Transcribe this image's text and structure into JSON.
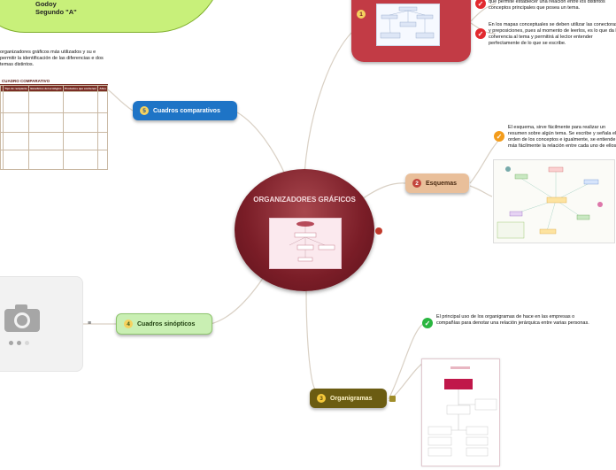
{
  "cloud": {
    "line1": "Godoy",
    "line2": "Segundo \"A\""
  },
  "center": {
    "title": "ORGANIZADORES GRÁFICOS"
  },
  "branches": {
    "b1": {
      "num": "1",
      "label": ""
    },
    "b2": {
      "num": "2",
      "label": "Esquemas"
    },
    "b3": {
      "num": "3",
      "label": "Organigramas"
    },
    "b4": {
      "num": "4",
      "label": "Cuadros sinópticos"
    },
    "b5": {
      "num": "5",
      "label": "Cuadros comparativos"
    }
  },
  "notes": {
    "mapas1": "que permite establecer una relación entre los distintos conceptos principales que posea un tema.",
    "mapas2": "En los mapas conceptuales se deben utilizar las conectoras y preposiciones, pues al momento de leerlos, es lo que da la coherencia al tema y permitirá al lector entender perfectamente de lo que se escribe.",
    "esquemas": "El esquema, sirve fácilmente para realizar un resumen sobre algún tema. Se escribe y señala el orden de los conceptos e igualmente, se entiende más fácilmente la relación entre cada uno de ellos.",
    "organigramas": "El principal uso de los organigramas de hace en las empresas o compañías para denotar una relación jerárquica entre varias personas.",
    "comparativos": "organizadores gráficos más utilizados y su e permitir la identificación de las diferencias e dos temas distintos."
  },
  "comparison_table": {
    "title": "CUADRO COMPARATIVO",
    "headers": [
      "",
      "Tipo de recipiente",
      "Beneficios del ecológico",
      "Productos que contienen",
      "Años"
    ]
  },
  "colors": {
    "center": "#7a1d27",
    "mapas": "#c23b45",
    "esquemas": "#e9bf9a",
    "organigramas": "#6b5c12",
    "sinopticos": "#c9efb3",
    "comparativos": "#1e74c6",
    "check_red": "#e22a2f",
    "check_green": "#2ab640",
    "check_orange": "#f39c1b"
  },
  "icons": {
    "camera": "camera-icon",
    "lines": "lines-icon",
    "image_placeholder": "image-icon"
  }
}
